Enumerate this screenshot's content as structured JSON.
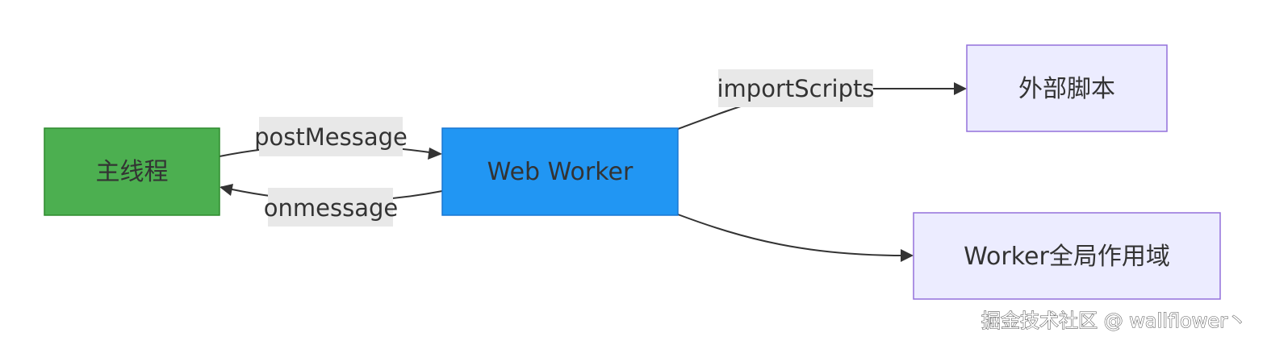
{
  "diagram": {
    "nodes": {
      "main_thread": {
        "label": "主线程",
        "fill": "#4caf50",
        "stroke": "#2e8b2e"
      },
      "web_worker": {
        "label": "Web Worker",
        "fill": "#2196f3",
        "stroke": "#1976d2"
      },
      "external_scripts": {
        "label": "外部脚本",
        "fill": "#ececff",
        "stroke": "#9370db"
      },
      "worker_global_scope": {
        "label": "Worker全局作用域",
        "fill": "#ececff",
        "stroke": "#9370db"
      }
    },
    "edges": {
      "post_message": {
        "label": "postMessage"
      },
      "on_message": {
        "label": "onmessage"
      },
      "import_scripts": {
        "label": "importScripts"
      },
      "to_global_scope": {
        "label": ""
      }
    }
  },
  "watermark": {
    "text": "掘金技术社区 @ wallflower丶"
  }
}
